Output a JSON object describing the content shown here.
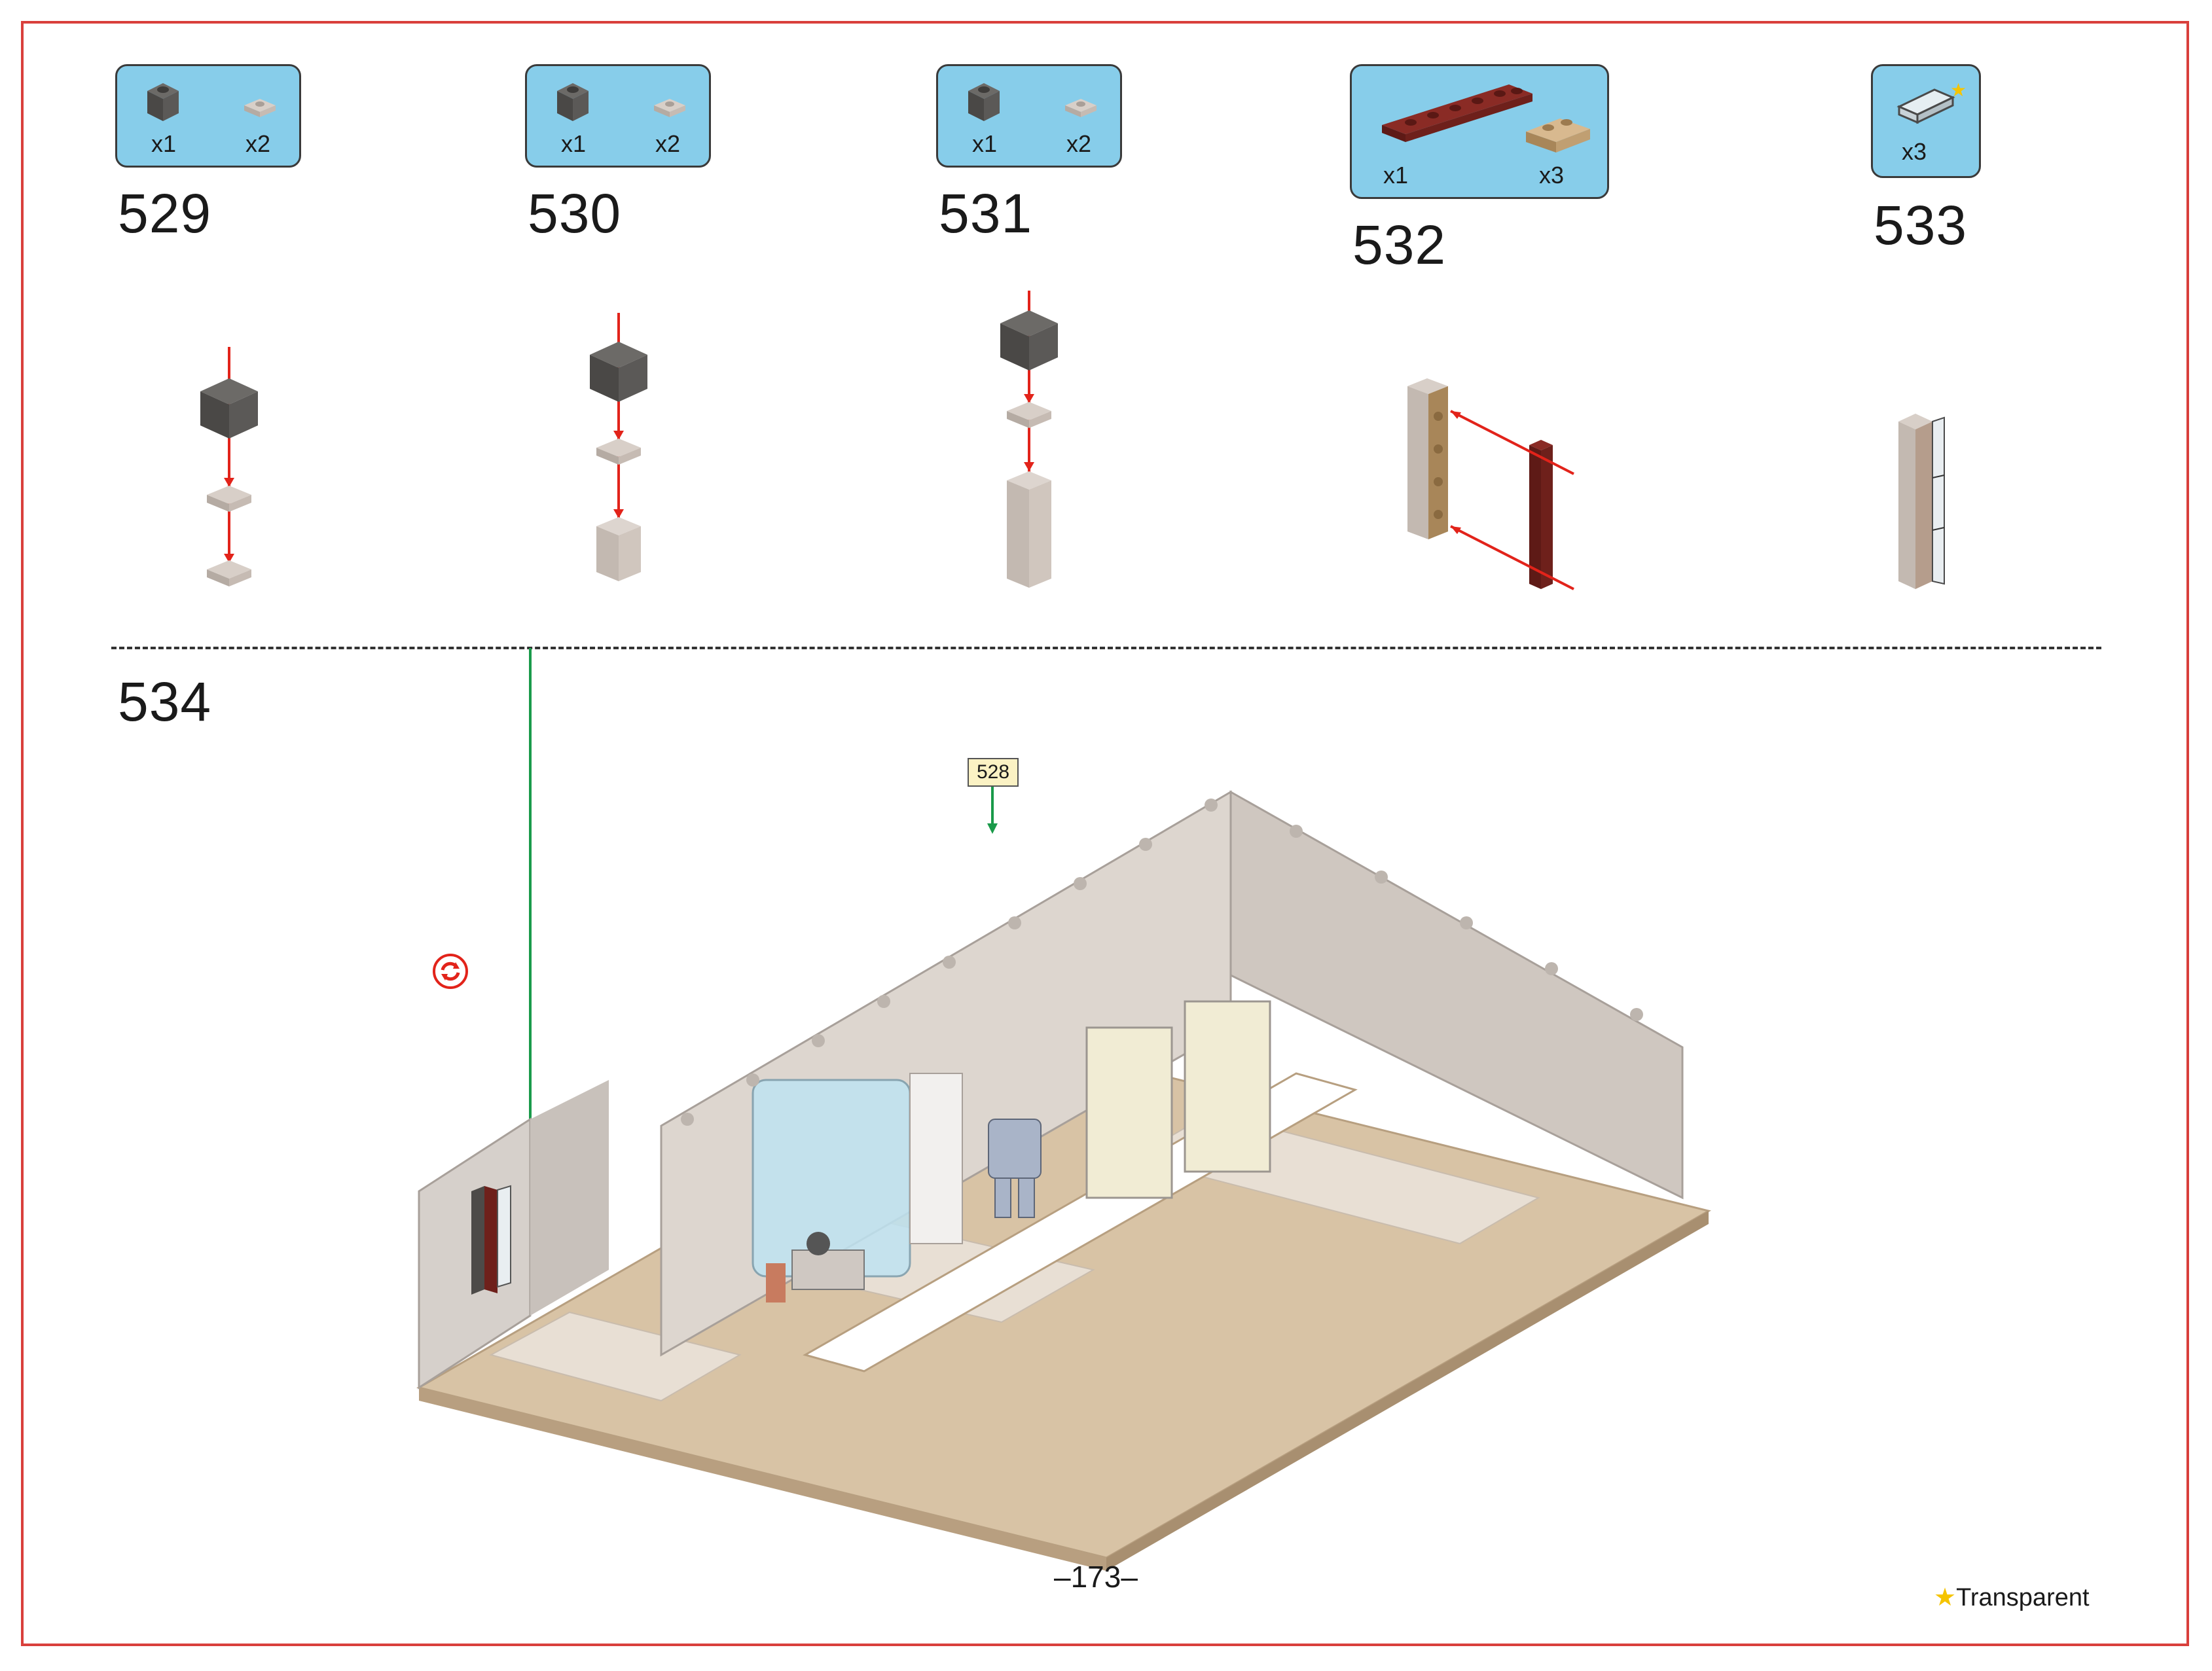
{
  "page": {
    "number": "–173–"
  },
  "steps": [
    {
      "id": "529",
      "parts": [
        {
          "name": "dark-gray-brick-icon",
          "qty": "x1"
        },
        {
          "name": "light-gray-plate-icon",
          "qty": "x2"
        }
      ]
    },
    {
      "id": "530",
      "parts": [
        {
          "name": "dark-gray-brick-icon",
          "qty": "x1"
        },
        {
          "name": "light-gray-plate-icon",
          "qty": "x2"
        }
      ]
    },
    {
      "id": "531",
      "parts": [
        {
          "name": "dark-gray-brick-icon",
          "qty": "x1"
        },
        {
          "name": "light-gray-plate-icon",
          "qty": "x2"
        }
      ]
    },
    {
      "id": "532",
      "parts": [
        {
          "name": "dark-red-plate-icon",
          "qty": "x1"
        },
        {
          "name": "tan-bracket-icon",
          "qty": "x3"
        }
      ]
    },
    {
      "id": "533",
      "parts": [
        {
          "name": "transparent-panel-icon",
          "qty": "x3"
        }
      ]
    },
    {
      "id": "534"
    }
  ],
  "callout": {
    "label": "528"
  },
  "legend": {
    "star": "★",
    "text": "Transparent"
  },
  "colors": {
    "frame": "#d9403c",
    "parts_box": "#87cdea",
    "arrow_red": "#e2231a",
    "arrow_green": "#1a9a4a"
  }
}
